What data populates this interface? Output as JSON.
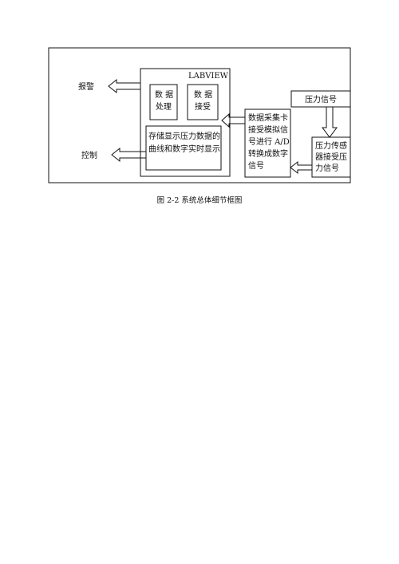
{
  "diagram": {
    "alarm": "报警",
    "control": "控制",
    "labview": "LABVIEW",
    "data_processing": [
      "数 据",
      "处理"
    ],
    "data_receive": [
      "数 据",
      "接受"
    ],
    "storage_display": [
      "存储显示压力数据的",
      "曲线和数字实时显示"
    ],
    "daq_card": [
      "数据采集卡",
      "接受模拟信",
      "号进行 A/D",
      "转换成数字",
      "信号"
    ],
    "pressure_signal": "压力信号",
    "pressure_sensor": [
      "压力传感",
      "器接受压",
      "力信号"
    ]
  },
  "caption": "图 2-2  系统总体细节框图"
}
